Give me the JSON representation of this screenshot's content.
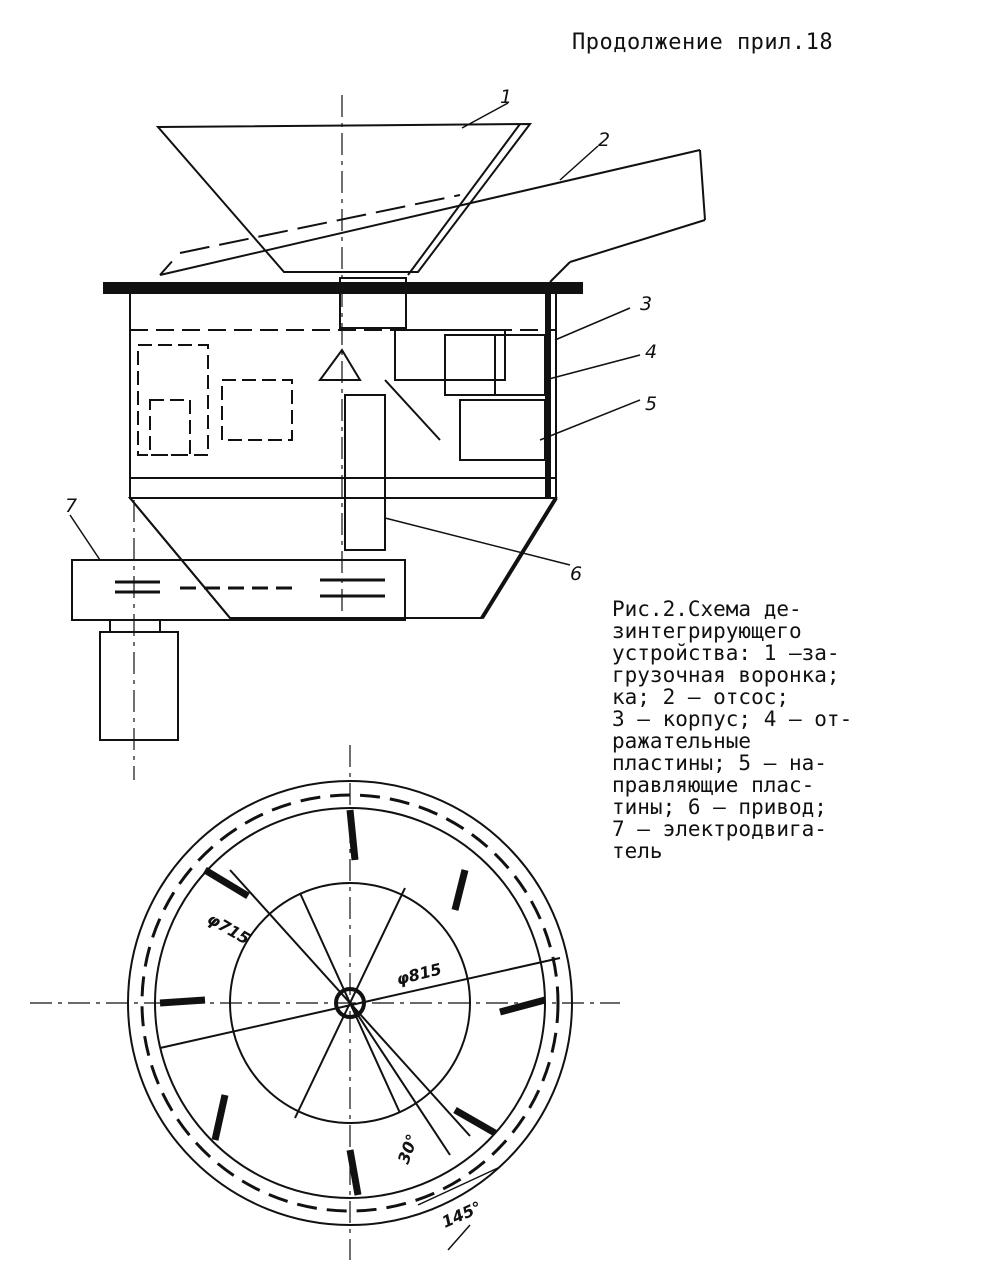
{
  "header": {
    "text": "Продолжение прил.18"
  },
  "diagram": {
    "callouts": [
      "1",
      "2",
      "3",
      "4",
      "5",
      "6",
      "7"
    ],
    "dimensions": {
      "inner_diameter": "φ715",
      "outer_diameter": "φ815",
      "angle": "30°",
      "width": "145°"
    }
  },
  "caption": {
    "lines": [
      "Рис.2.Схема де-",
      "зинтегрирующего",
      "устройства: 1 –за-",
      "грузочная воронка;",
      "ка; 2 – отсос;",
      "3 – корпус; 4 – от-",
      "ражательные",
      "пластины; 5 – на-",
      "правляющие плас-",
      "тины; 6 – привод;",
      "7 – электродвига-",
      "тель"
    ]
  }
}
